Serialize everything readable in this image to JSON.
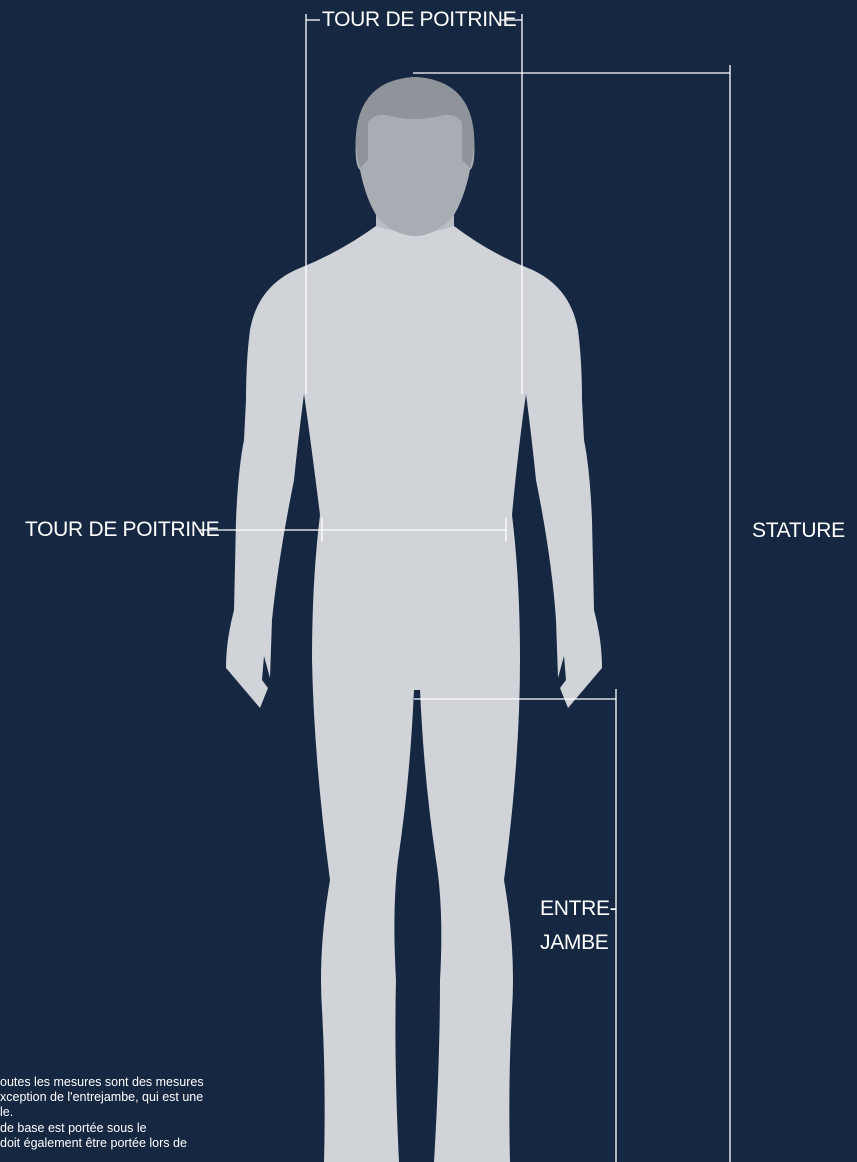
{
  "labels": {
    "chest_top": "TOUR DE POITRINE",
    "chest_left": "TOUR DE POITRINE",
    "stature": "STATURE",
    "inseam_line1": "ENTRE-",
    "inseam_line2": "JAMBE"
  },
  "notes": [
    "outes les mesures sont des mesures",
    "xception de l'entrejambe, qui est une",
    "le.",
    " de base est portée sous le",
    " doit également être portée lors de"
  ],
  "colors": {
    "background": "#162742",
    "body": "#d0d3d8",
    "head": "#a8acb3",
    "hair": "#8f949b",
    "lines": "#ffffff"
  }
}
